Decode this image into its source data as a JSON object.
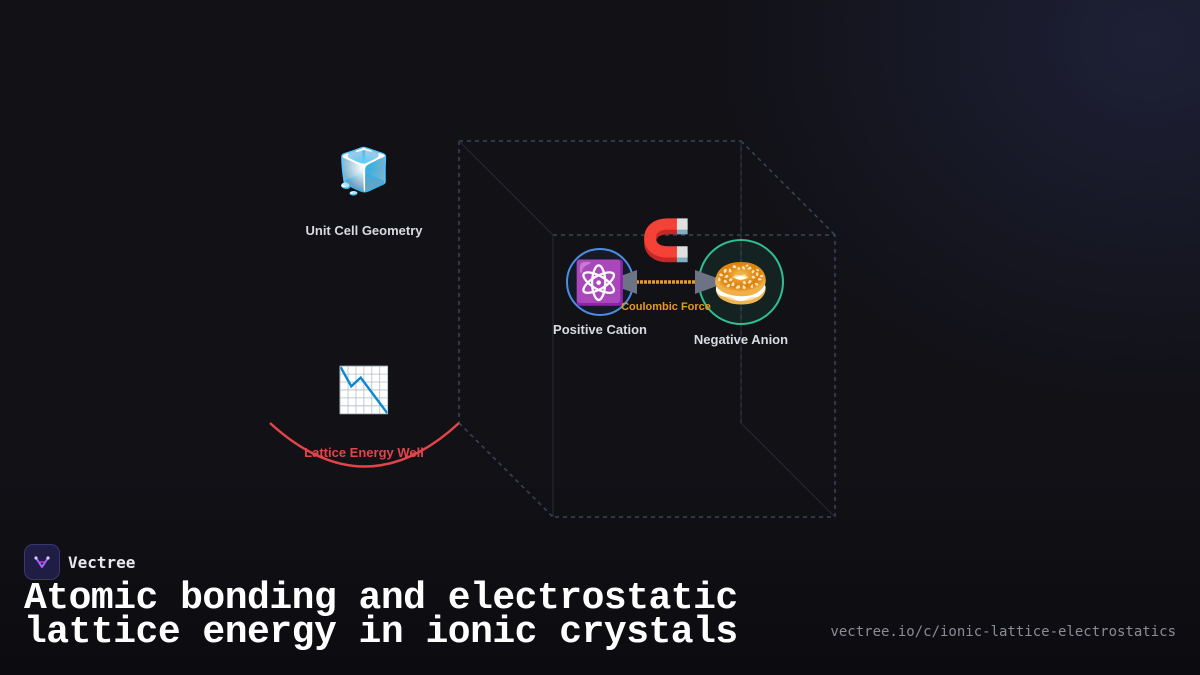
{
  "diagram": {
    "nodes": {
      "unit_cell": {
        "label": "Unit Cell Geometry",
        "icon": "ice-cube-icon",
        "glyph": "🧊"
      },
      "cation": {
        "label": "Positive Cation",
        "icon": "atom-icon",
        "glyph": "⚛️",
        "ring_color": "#4a8ee6"
      },
      "anion": {
        "label": "Negative Anion",
        "icon": "bagel-icon",
        "glyph": "🥯",
        "ring_color": "#2fbf8f"
      },
      "force": {
        "label": "Coulombic Force",
        "icon": "magnet-icon",
        "glyph": "🧲",
        "color": "#e89a1c"
      },
      "energy_well": {
        "label": "Lattice Energy Well",
        "icon": "chart-decreasing-icon",
        "glyph": "📉",
        "color": "#e0454a"
      }
    },
    "cube_edge_color": "#3a4458"
  },
  "footer": {
    "brand": "Vectree",
    "title_line1": "Atomic bonding and electrostatic",
    "title_line2": "lattice energy in ionic crystals",
    "url": "vectree.io/c/ionic-lattice-electrostatics"
  }
}
